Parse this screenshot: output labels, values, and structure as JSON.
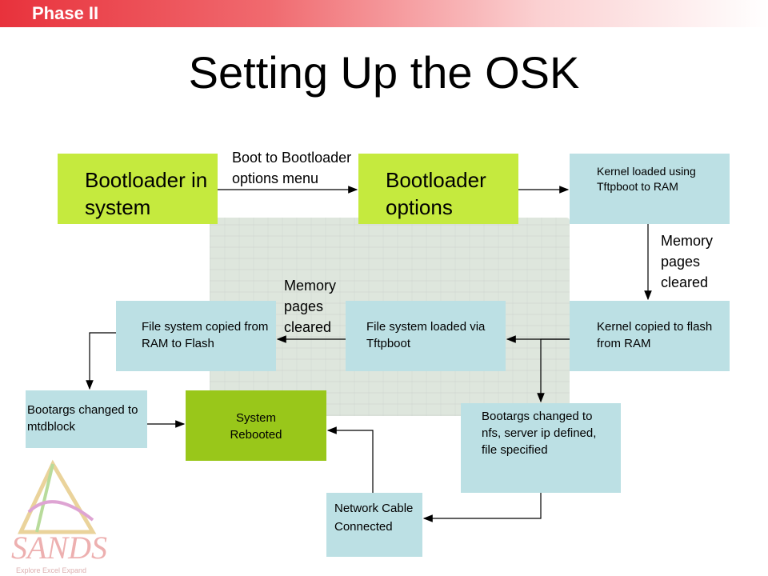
{
  "header": {
    "phase": "Phase II"
  },
  "title": "Setting Up the OSK",
  "nodes": {
    "bootloader_system": "Bootloader in system",
    "bootloader_options": "Bootloader options",
    "kernel_loaded": "Kernel loaded using Tftpboot to RAM",
    "kernel_copied": "Kernel copied to flash from RAM",
    "fs_loaded": "File system loaded via Tftpboot",
    "fs_copied": "File system copied from RAM to Flash",
    "bootargs_mtd": "Bootargs changed to mtdblock",
    "system_rebooted": "System Rebooted",
    "bootargs_nfs": "Bootargs changed to nfs, server ip defined, file specified",
    "network_cable": "Network Cable Connected"
  },
  "labels": {
    "boot_to_menu": "Boot to Bootloader options menu",
    "mem_cleared_1": "Memory pages cleared",
    "mem_cleared_2": "Memory pages cleared"
  },
  "logo": {
    "text": "SANDS",
    "tagline": "Explore Excel Expand"
  },
  "colors": {
    "green": "#c5ea3e",
    "dark_green": "#99c71a",
    "blue": "#bce0e4",
    "phase_red": "#e8323c"
  }
}
